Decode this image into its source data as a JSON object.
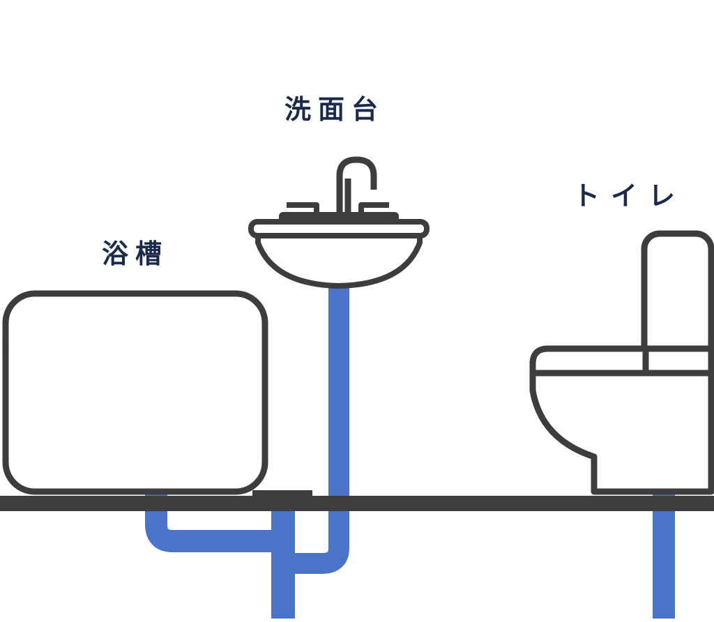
{
  "labels": {
    "sink": "洗面台",
    "toilet": "トイレ",
    "bathtub": "浴槽"
  },
  "colors": {
    "outline": "#3d3d3d",
    "pipe": "#4a74c8",
    "label": "#1b2a4a",
    "background": "#ffffff"
  },
  "icons": {
    "bathtub": "bathtub-icon",
    "sink": "sink-icon",
    "toilet": "toilet-icon"
  }
}
